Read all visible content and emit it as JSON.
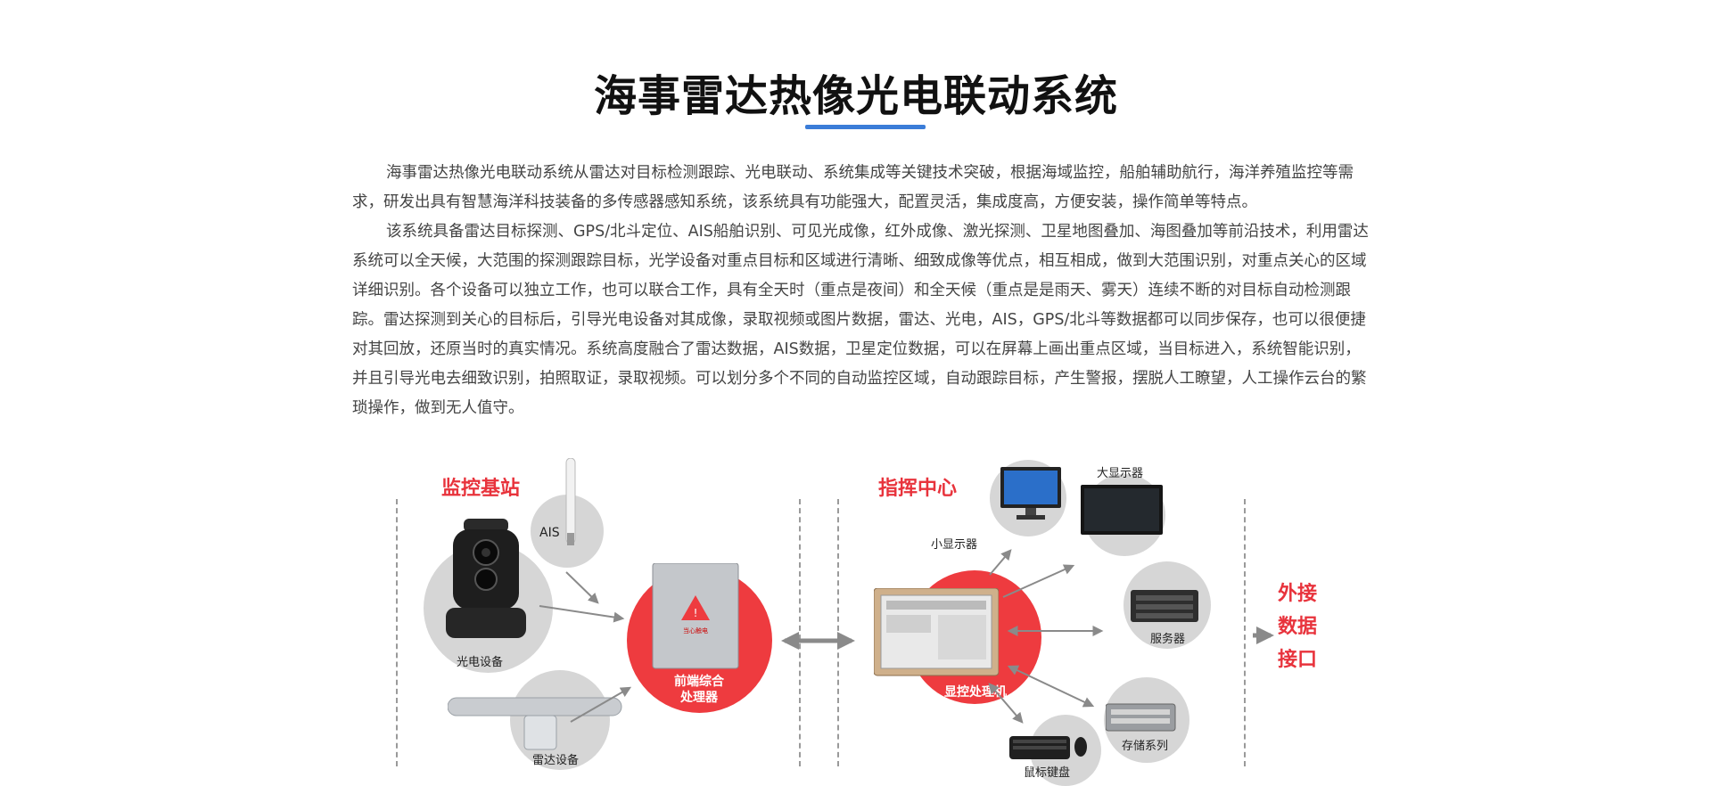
{
  "title": "海事雷达热像光电联动系统",
  "description": [
    "海事雷达热像光电联动系统从雷达对目标检测跟踪、光电联动、系统集成等关键技术突破，根据海域监控，船舶辅助航行，海洋养殖监控等需求，研发出具有智慧海洋科技装备的多传感器感知系统，该系统具有功能强大，配置灵活，集成度高，方便安装，操作简单等特点。",
    "该系统具备雷达目标探测、GPS/北斗定位、AIS船舶识别、可见光成像，红外成像、激光探测、卫星地图叠加、海图叠加等前沿技术，利用雷达系统可以全天候，大范围的探测跟踪目标，光学设备对重点目标和区域进行清晰、细致成像等优点，相互相成，做到大范围识别，对重点关心的区域详细识别。各个设备可以独立工作，也可以联合工作，具有全天时（重点是夜间）和全天候（重点是是雨天、雾天）连续不断的对目标自动检测跟踪。雷达探测到关心的目标后，引导光电设备对其成像，录取视频或图片数据，雷达、光电，AIS，GPS/北斗等数据都可以同步保存，也可以很便捷对其回放，还原当时的真实情况。系统高度融合了雷达数据，AIS数据，卫星定位数据，可以在屏幕上画出重点区域，当目标进入，系统智能识别，并且引导光电去细致识别，拍照取证，录取视频。可以划分多个不同的自动监控区域，自动跟踪目标，产生警报，摆脱人工瞭望，人工操作云台的繁琐操作，做到无人值守。"
  ],
  "diagram": {
    "monitor_station": "监控基站",
    "command_center": "指挥中心",
    "external_interface": [
      "外接",
      "数据",
      "接口"
    ],
    "ais": "AIS",
    "optoelectronic": "光电设备",
    "radar": "雷达设备",
    "frontend_line1": "前端综合",
    "frontend_line2": "处理器",
    "display_processor": "显控处理机",
    "small_display": "小显示器",
    "large_display": "大显示器",
    "server": "服务器",
    "storage": "存储系列",
    "mouse_keyboard": "鼠标键盘",
    "warning_text": "当心触电"
  },
  "colors": {
    "accent_red": "#ee3b3f",
    "accent_blue": "#3b7dd8",
    "circle_grey": "#d6d6d6"
  }
}
